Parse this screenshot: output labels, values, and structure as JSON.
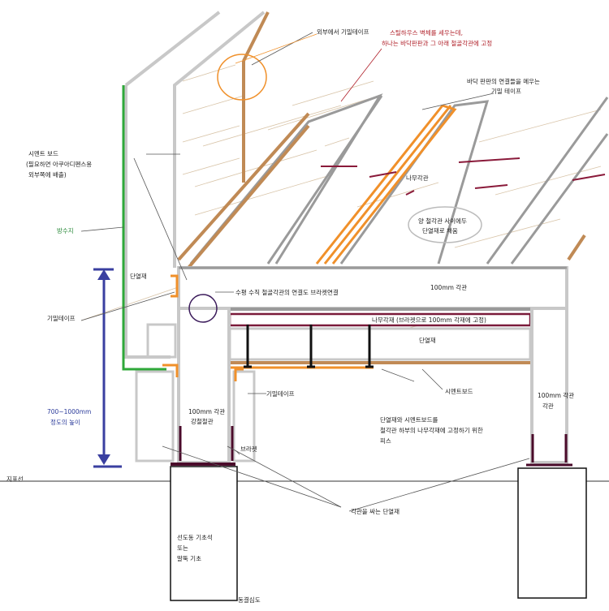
{
  "colors": {
    "steel": "#c8c8c8",
    "steel_edge": "#9a9a9a",
    "wood": "#c08a55",
    "tape": "#f0902a",
    "waterproof": "#2fa83a",
    "bolt": "#111111",
    "dim": "#3a3fa0",
    "bracket": "#4a0a2a",
    "red_note": "#b0202a",
    "line": "#333333"
  },
  "labels": {
    "exterior_tape": "외부에서 기밀테이프",
    "steel_note_1": "스틸하우스 벽체를 세우는데,",
    "steel_note_2": "하나는 바닥판판과 그 아래 철골각관에 고정",
    "floor_tape_1": "바닥 판판의 연결들을 메우는",
    "floor_tape_2": "기밀 테이프",
    "cement_1": "시멘트 보드",
    "cement_2": "(필요하면 아쿠아디펜스용",
    "cement_3": "외부쪽에 배출)",
    "wood_beam": "나무각관",
    "gap_1": "양 철각관 사이에두",
    "gap_2": "단열재로 채움",
    "waterproof": "방수지",
    "insulation_wall": "단열재",
    "airtight_tape_left": "기밀테이프",
    "joint_note": "수평 수직 철골각관의 연결도 브라켓연결",
    "beam_100": "100mm 각관",
    "wood_joist": "나무각재 (브라켓으로 100mm 각재에 고정)",
    "insulation_floor": "단열재",
    "cement_board": "시멘트보드",
    "airtight_tape_mid": "기밀테이프",
    "screw_1": "단열재와 시멘트보드를",
    "screw_2": "철각관 하부의 나무각재에 고정하기 위한",
    "screw_3": "피스",
    "col_100_1": "100mm 각관",
    "col_100_2": "각관",
    "col_left_1": "100mm 각관",
    "col_left_2": "강철철관",
    "height_1": "700~1000mm",
    "height_2": "정도의 높이",
    "bracket": "브라켓",
    "ground": "지표선",
    "wrap": "각관을 싸는 단열재",
    "footing_1": "선도동 기초석",
    "footing_2": "또는",
    "footing_3": "말뚝 기초",
    "frost": "동결심도"
  }
}
